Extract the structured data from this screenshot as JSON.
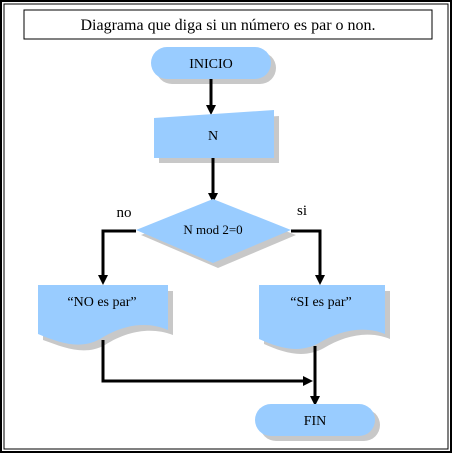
{
  "title": "Diagrama que diga si un número es par o non.",
  "nodes": {
    "start": "INICIO",
    "input": "N",
    "decision": "N mod 2=0",
    "no_output": "“NO es par”",
    "yes_output": "“SI es par”",
    "end": "FIN"
  },
  "edge_labels": {
    "no": "no",
    "yes": "si"
  },
  "colors": {
    "shape_fill": "#99ccff",
    "shape_shadow": "#c8c8c8",
    "arrow": "#000000",
    "border": "#000000"
  }
}
